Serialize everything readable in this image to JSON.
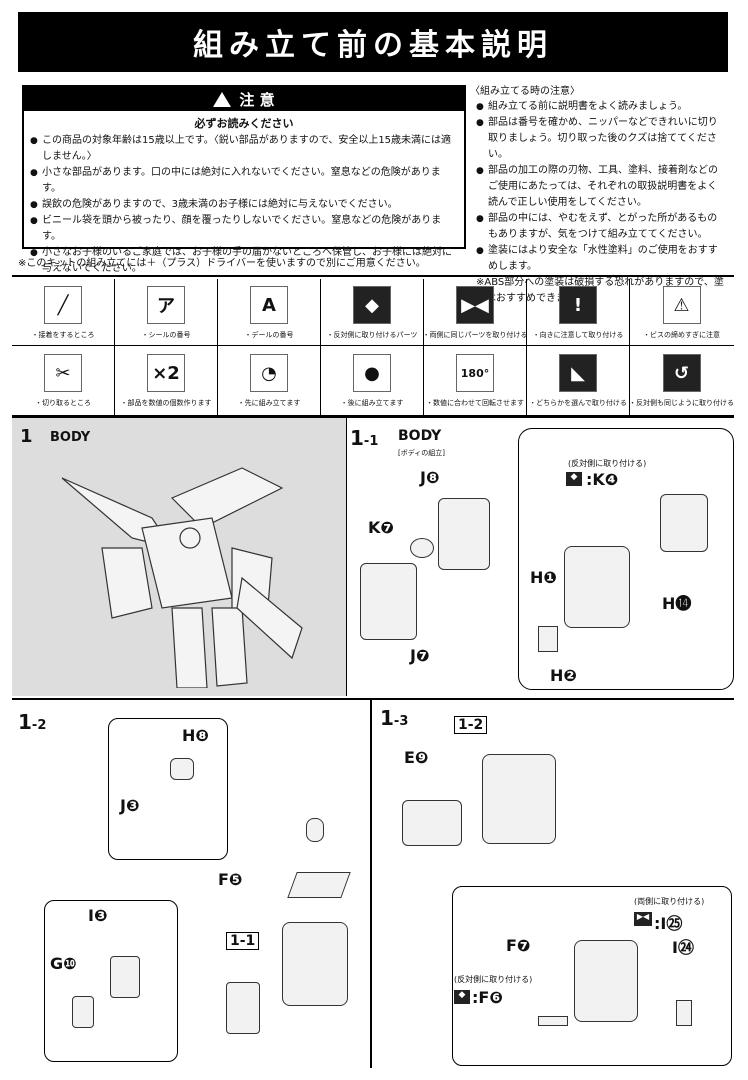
{
  "header": {
    "title": "組み立て前の基本説明"
  },
  "caution": {
    "heading": "注 意",
    "subheading": "必ずお読みください",
    "items": [
      "この商品の対象年齢は15歳以上です。〈鋭い部品がありますので、安全以上15歳未満には適しません。〉",
      "小さな部品があります。口の中には絶対に入れないでください。窒息などの危険があります。",
      "誤飲の危険がありますので、3歳未満のお子様には絶対に与えないでください。",
      "ビニール袋を頭から被ったり、顔を覆ったりしないでください。窒息などの危険があります。",
      "小さなお子様のいるご家庭では、お子様の手の届かないところへ保管し、お子様には絶対に与えないでください。"
    ]
  },
  "screw_note": "※このキットの組み立てには＋（プラス）ドライバーを使いますので別にご用意ください。",
  "assembly_notes": {
    "heading": "〈組み立てる時の注意〉",
    "items": [
      "組み立てる前に説明書をよく読みましょう。",
      "部品は番号を確かめ、ニッパーなどできれいに切り取りましょう。切り取った後のクズは捨ててください。",
      "部品の加工の際の刃物、工具、塗料、接着剤などのご使用にあたっては、それぞれの取扱説明書をよく読んで正しい使用をしてください。",
      "部品の中には、やむをえず、とがった所があるものもありますが、気をつけて組み立ててください。",
      "塗装にはより安全な「水性塗料」のご使用をおすすめします。"
    ],
    "abs_note": "※ABS部分への塗装は破損する恐れがありますので、塗装はおすすめできません。"
  },
  "legend": {
    "row1": [
      {
        "icon": "glue-icon",
        "glyph": "╱",
        "label": "・接着をするところ"
      },
      {
        "icon": "sticker-icon",
        "glyph": "ア",
        "label": "・シールの番号"
      },
      {
        "icon": "decal-icon",
        "glyph": "A",
        "label": "・デールの番号"
      },
      {
        "icon": "opposite-side-icon",
        "glyph": "◆",
        "label": "・反対側に取り付けるパーツ"
      },
      {
        "icon": "both-sides-icon",
        "glyph": "▶◀",
        "label": "・両側に同じパーツを取り付ける"
      },
      {
        "icon": "attention-icon",
        "glyph": "!",
        "label": "・向きに注意して取り付ける"
      },
      {
        "icon": "screw-warning-icon",
        "glyph": "⚠",
        "label": "・ビスの締めすぎに注意"
      }
    ],
    "row2": [
      {
        "icon": "nipper-icon",
        "glyph": "✂",
        "label": "・切り取るところ"
      },
      {
        "icon": "quantity-icon",
        "glyph": "×2",
        "label": "・部品を数値の個数作ります"
      },
      {
        "icon": "first-assembly-icon",
        "glyph": "◔",
        "label": "・先に組み立てます"
      },
      {
        "icon": "later-assembly-icon",
        "glyph": "●",
        "label": "・後に組み立てます"
      },
      {
        "icon": "rotate-icon",
        "glyph": "180°",
        "label": "・数値に合わせて回転させます"
      },
      {
        "icon": "choose-icon",
        "glyph": "◣",
        "label": "・どちらかを選んで取り付ける"
      },
      {
        "icon": "same-reverse-icon",
        "glyph": "↺",
        "label": "・反対側も同じように取り付ける"
      }
    ]
  },
  "steps": {
    "s1": {
      "num": "1",
      "title": "BODY"
    },
    "s1_1": {
      "num": "1",
      "sub": "-1",
      "title": "BODY",
      "subtitle": "[ボディの組立]",
      "parts": [
        "J❽",
        "K❼",
        "J❼",
        "H❶",
        "H❷",
        "H⓮"
      ],
      "opposite": "(反対側に取り付ける)",
      "opp_part": ":K❹"
    },
    "s1_2": {
      "num": "1",
      "sub": "-2",
      "parts": [
        "H❽",
        "J❸",
        "F❺",
        "I❸",
        "G❿"
      ],
      "ref": "1-1"
    },
    "s1_3": {
      "num": "1",
      "sub": "-3",
      "parts": [
        "E❾",
        "F❼",
        "I㉔"
      ],
      "ref": "1-2",
      "both": "(両側に取り付ける)",
      "both_part": ":I㉕",
      "opposite": "(反対側に取り付ける)",
      "opp_part": ":F❻"
    }
  }
}
